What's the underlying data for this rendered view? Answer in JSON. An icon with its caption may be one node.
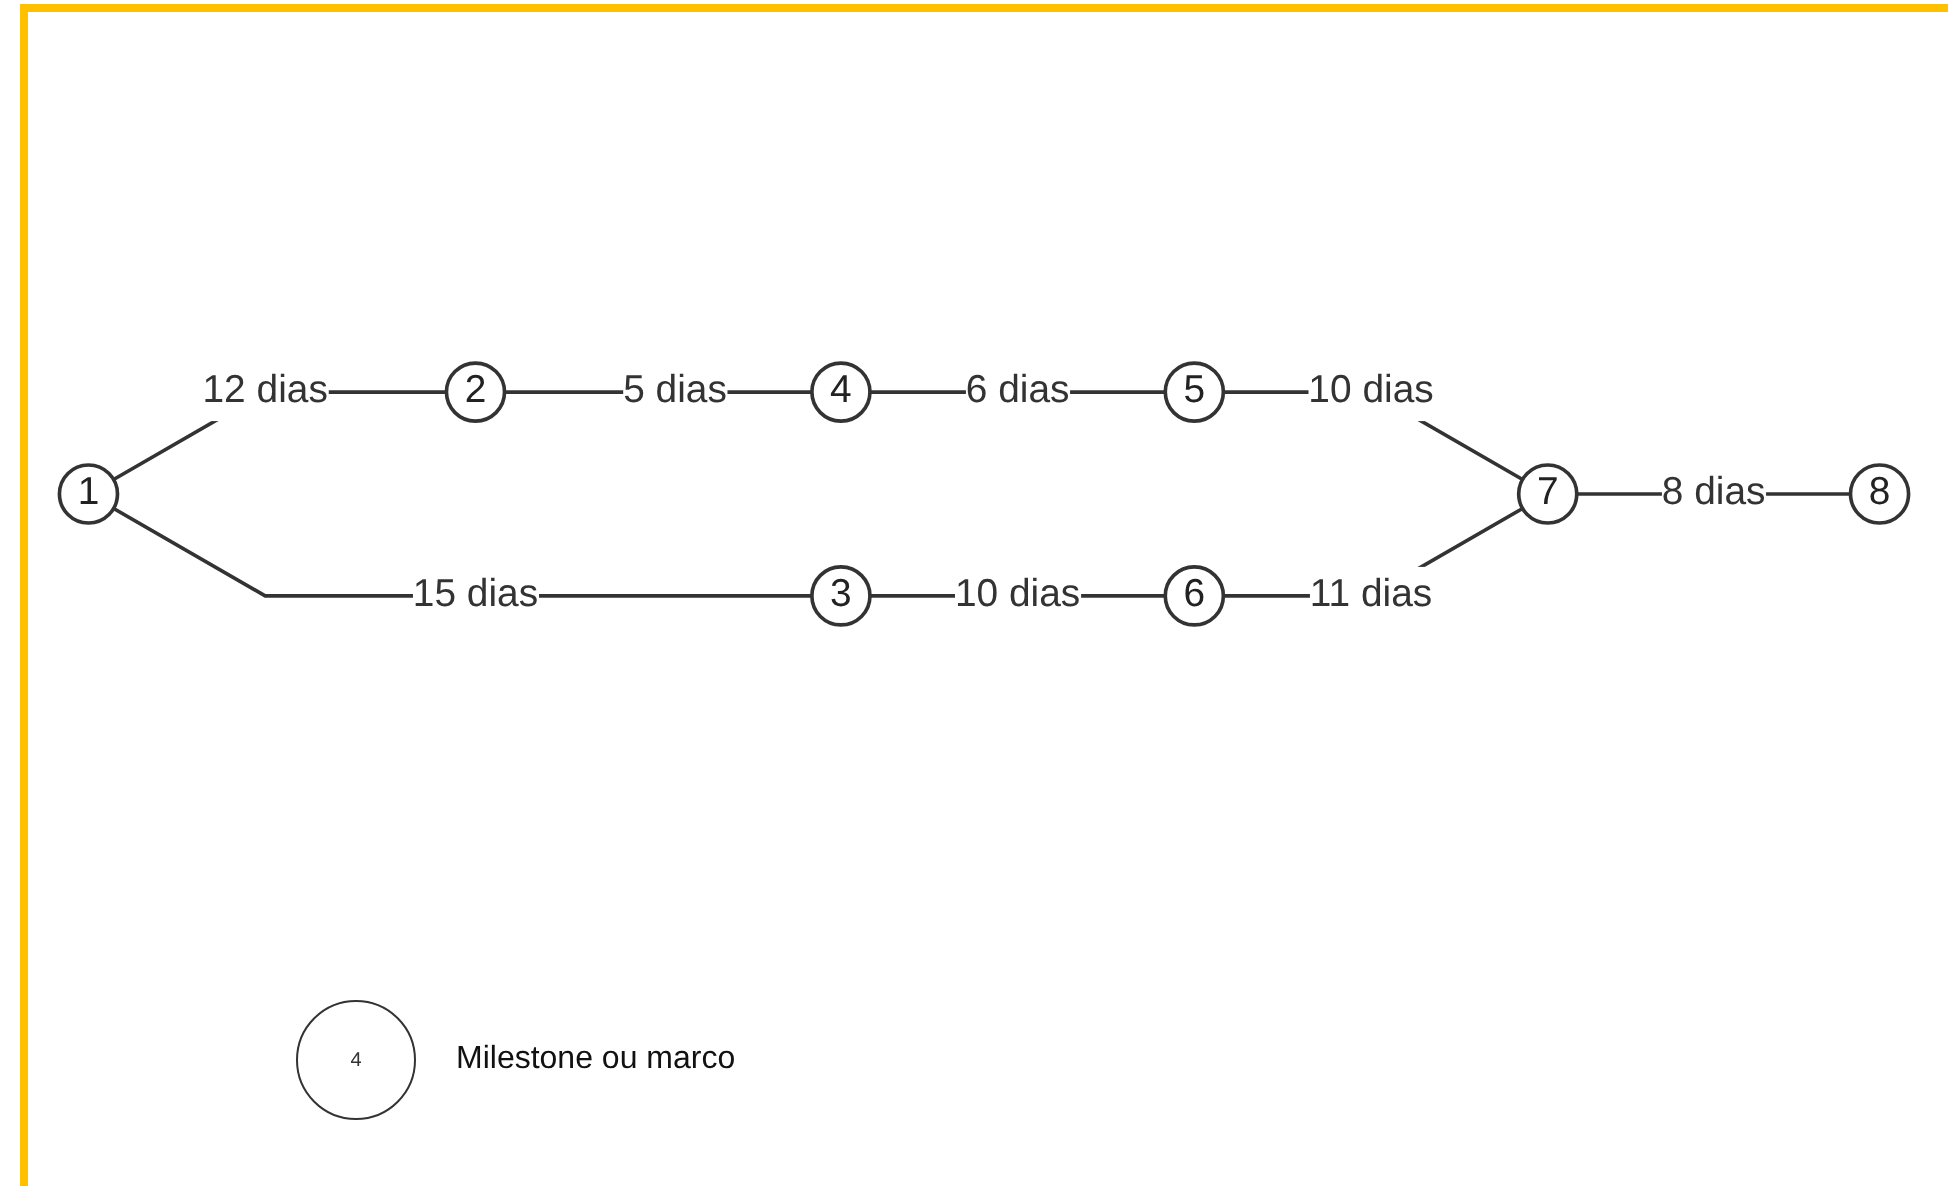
{
  "diagram": {
    "nodes": [
      {
        "text": [
          "1"
        ]
      },
      {
        "text": [
          "2"
        ]
      },
      {
        "text": [
          "3"
        ]
      },
      {
        "text": [
          "4"
        ]
      },
      {
        "text": [
          "5"
        ]
      },
      {
        "text": [
          "6"
        ]
      },
      {
        "text": [
          "7"
        ]
      },
      {
        "text": [
          "8"
        ]
      }
    ],
    "edges": [
      {
        "from": 0,
        "to": 1,
        "arrow": "none",
        "label": "12 dias"
      },
      {
        "from": 0,
        "to": 2,
        "arrow": "none",
        "label": "15 dias"
      },
      {
        "from": 1,
        "to": 3,
        "arrow": "none",
        "label": "5 dias"
      },
      {
        "from": 3,
        "to": 4,
        "arrow": "none",
        "label": "6 dias"
      },
      {
        "from": 4,
        "to": 6,
        "arrow": "none",
        "label": "10 dias"
      },
      {
        "from": 2,
        "to": 5,
        "arrow": "none",
        "label": "10 dias"
      },
      {
        "from": 5,
        "to": 6,
        "arrow": "none",
        "label": "11 dias"
      },
      {
        "from": 6,
        "to": 7,
        "arrow": "none",
        "label": "8 dias"
      }
    ],
    "labels": [
      "4"
    ],
    "legend": [
      {
        "text": "Milestone ou marco"
      }
    ]
  }
}
